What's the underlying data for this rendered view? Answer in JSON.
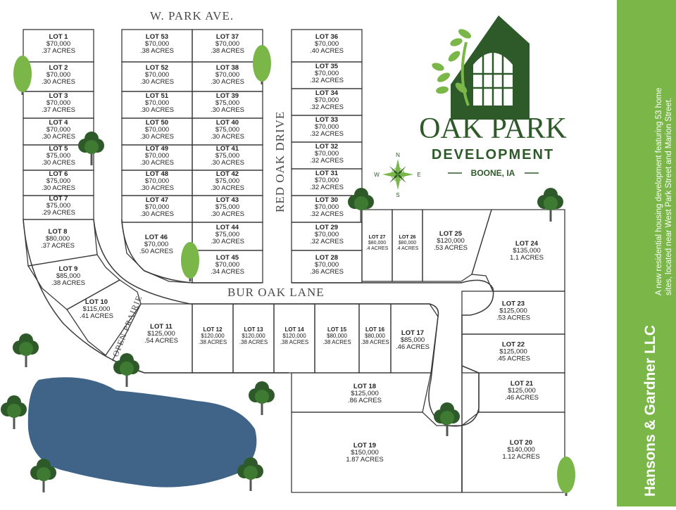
{
  "brand": {
    "name": "OAK PARK",
    "sub": "DEVELOPMENT",
    "location": "BOONE, IA",
    "colors": {
      "dark_green": "#2e5a2a",
      "light_green": "#7ab648",
      "pond": "#3f6488",
      "lines": "#3a3a3a"
    }
  },
  "compass": {
    "n": "N",
    "s": "S",
    "e": "E",
    "w": "W"
  },
  "streets": {
    "park_ave": "W. PARK AVE.",
    "red_oak": "RED OAK DRIVE",
    "bur_oak": "BUR OAK LANE",
    "open_prairie": "OPEN PRAIRIE"
  },
  "sidebar": {
    "company": "Hansons & Gardner LLC",
    "description_1": "A new residential housing development featuring 53 home",
    "description_2": "sites, located near West Park Street and Marion Street."
  },
  "lots": [
    {
      "id": "1",
      "label": "LOT 1",
      "price": "$70,000",
      "acres": ".37 ACRES"
    },
    {
      "id": "2",
      "label": "LOT 2",
      "price": "$70,000",
      "acres": ".30 ACRES"
    },
    {
      "id": "3",
      "label": "LOT 3",
      "price": "$70,000",
      "acres": ".37 ACRES"
    },
    {
      "id": "4",
      "label": "LOT 4",
      "price": "$70,000",
      "acres": ".30 ACRES"
    },
    {
      "id": "5",
      "label": "LOT 5",
      "price": "$75,000",
      "acres": ".30 ACRES"
    },
    {
      "id": "6",
      "label": "LOT 6",
      "price": "$75,000",
      "acres": ".30 ACRES"
    },
    {
      "id": "7",
      "label": "LOT 7",
      "price": "$75,000",
      "acres": ".29 ACRES"
    },
    {
      "id": "8",
      "label": "LOT 8",
      "price": "$80,000",
      "acres": ".37 ACRES"
    },
    {
      "id": "9",
      "label": "LOT 9",
      "price": "$85,000",
      "acres": ".38 ACRES"
    },
    {
      "id": "10",
      "label": "LOT 10",
      "price": "$115,000",
      "acres": ".41 ACRES"
    },
    {
      "id": "11",
      "label": "LOT 11",
      "price": "$125,000",
      "acres": ".54 ACRES"
    },
    {
      "id": "12",
      "label": "LOT 12",
      "price": "$120,000",
      "acres": ".38 ACRES"
    },
    {
      "id": "13",
      "label": "LOT 13",
      "price": "$120,000",
      "acres": ".38 ACRES"
    },
    {
      "id": "14",
      "label": "LOT 14",
      "price": "$120,000",
      "acres": ".38 ACRES"
    },
    {
      "id": "15",
      "label": "LOT 15",
      "price": "$80,000",
      "acres": ".38 ACRES"
    },
    {
      "id": "16",
      "label": "LOT 16",
      "price": "$80,000",
      "acres": ".38 ACRES"
    },
    {
      "id": "17",
      "label": "LOT 17",
      "price": "$85,000",
      "acres": ".46 ACRES"
    },
    {
      "id": "18",
      "label": "LOT 18",
      "price": "$125,000",
      "acres": ".86 ACRES"
    },
    {
      "id": "19",
      "label": "LOT 19",
      "price": "$150,000",
      "acres": "1.87 ACRES"
    },
    {
      "id": "20",
      "label": "LOT 20",
      "price": "$140,000",
      "acres": "1.12 ACRES"
    },
    {
      "id": "21",
      "label": "LOT 21",
      "price": "$125,000",
      "acres": ".46 ACRES"
    },
    {
      "id": "22",
      "label": "LOT 22",
      "price": "$125,000",
      "acres": ".45 ACRES"
    },
    {
      "id": "23",
      "label": "LOT 23",
      "price": "$125,000",
      "acres": ".53 ACRES"
    },
    {
      "id": "24",
      "label": "LOT 24",
      "price": "$135,000",
      "acres": "1.1 ACRES"
    },
    {
      "id": "25",
      "label": "LOT 25",
      "price": "$120,000",
      "acres": ".53 ACRES"
    },
    {
      "id": "26",
      "label": "LOT 26",
      "price": "$80,000",
      "acres": ".4 ACRES"
    },
    {
      "id": "27",
      "label": "LOT 27",
      "price": "$80,000",
      "acres": ".4 ACRES"
    },
    {
      "id": "28",
      "label": "LOT 28",
      "price": "$70,000",
      "acres": ".36 ACRES"
    },
    {
      "id": "29",
      "label": "LOT 29",
      "price": "$70,000",
      "acres": ".32 ACRES"
    },
    {
      "id": "30",
      "label": "LOT 30",
      "price": "$70,000",
      "acres": ".32 ACRES"
    },
    {
      "id": "31",
      "label": "LOT 31",
      "price": "$70,000",
      "acres": ".32 ACRES"
    },
    {
      "id": "32",
      "label": "LOT 32",
      "price": "$70,000",
      "acres": ".32 ACRES"
    },
    {
      "id": "33",
      "label": "LOT 33",
      "price": "$70,000",
      "acres": ".32 ACRES"
    },
    {
      "id": "34",
      "label": "LOT 34",
      "price": "$70,000",
      "acres": ".32 ACRES"
    },
    {
      "id": "35",
      "label": "LOT 35",
      "price": "$70,000",
      "acres": ".32 ACRES"
    },
    {
      "id": "36",
      "label": "LOT 36",
      "price": "$70,000",
      "acres": ".40 ACRES"
    },
    {
      "id": "37",
      "label": "LOT 37",
      "price": "$70,000",
      "acres": ".38 ACRES"
    },
    {
      "id": "38",
      "label": "LOT 38",
      "price": "$70,000",
      "acres": ".30 ACRES"
    },
    {
      "id": "39",
      "label": "LOT 39",
      "price": "$75,000",
      "acres": ".30 ACRES"
    },
    {
      "id": "40",
      "label": "LOT 40",
      "price": "$75,000",
      "acres": ".30 ACRES"
    },
    {
      "id": "41",
      "label": "LOT 41",
      "price": "$75,000",
      "acres": ".30 ACRES"
    },
    {
      "id": "42",
      "label": "LOT 42",
      "price": "$75,000",
      "acres": ".30 ACRES"
    },
    {
      "id": "43",
      "label": "LOT 43",
      "price": "$75,000",
      "acres": ".30 ACRES"
    },
    {
      "id": "44",
      "label": "LOT 44",
      "price": "$75,000",
      "acres": ".30 ACRES"
    },
    {
      "id": "45",
      "label": "LOT 45",
      "price": "$70,000",
      "acres": ".34 ACRES"
    },
    {
      "id": "46",
      "label": "LOT 46",
      "price": "$70,000",
      "acres": ".50 ACRES"
    },
    {
      "id": "47",
      "label": "LOT 47",
      "price": "$70,000",
      "acres": ".30 ACRES"
    },
    {
      "id": "48",
      "label": "LOT 48",
      "price": "$70,000",
      "acres": ".30 ACRES"
    },
    {
      "id": "49",
      "label": "LOT 49",
      "price": "$70,000",
      "acres": ".30 ACRES"
    },
    {
      "id": "50",
      "label": "LOT 50",
      "price": "$70,000",
      "acres": ".30 ACRES"
    },
    {
      "id": "51",
      "label": "LOT 51",
      "price": "$70,000",
      "acres": ".30 ACRES"
    },
    {
      "id": "52",
      "label": "LOT 52",
      "price": "$70,000",
      "acres": ".30 ACRES"
    },
    {
      "id": "53",
      "label": "LOT 53",
      "price": "$70,000",
      "acres": ".38 ACRES"
    }
  ]
}
